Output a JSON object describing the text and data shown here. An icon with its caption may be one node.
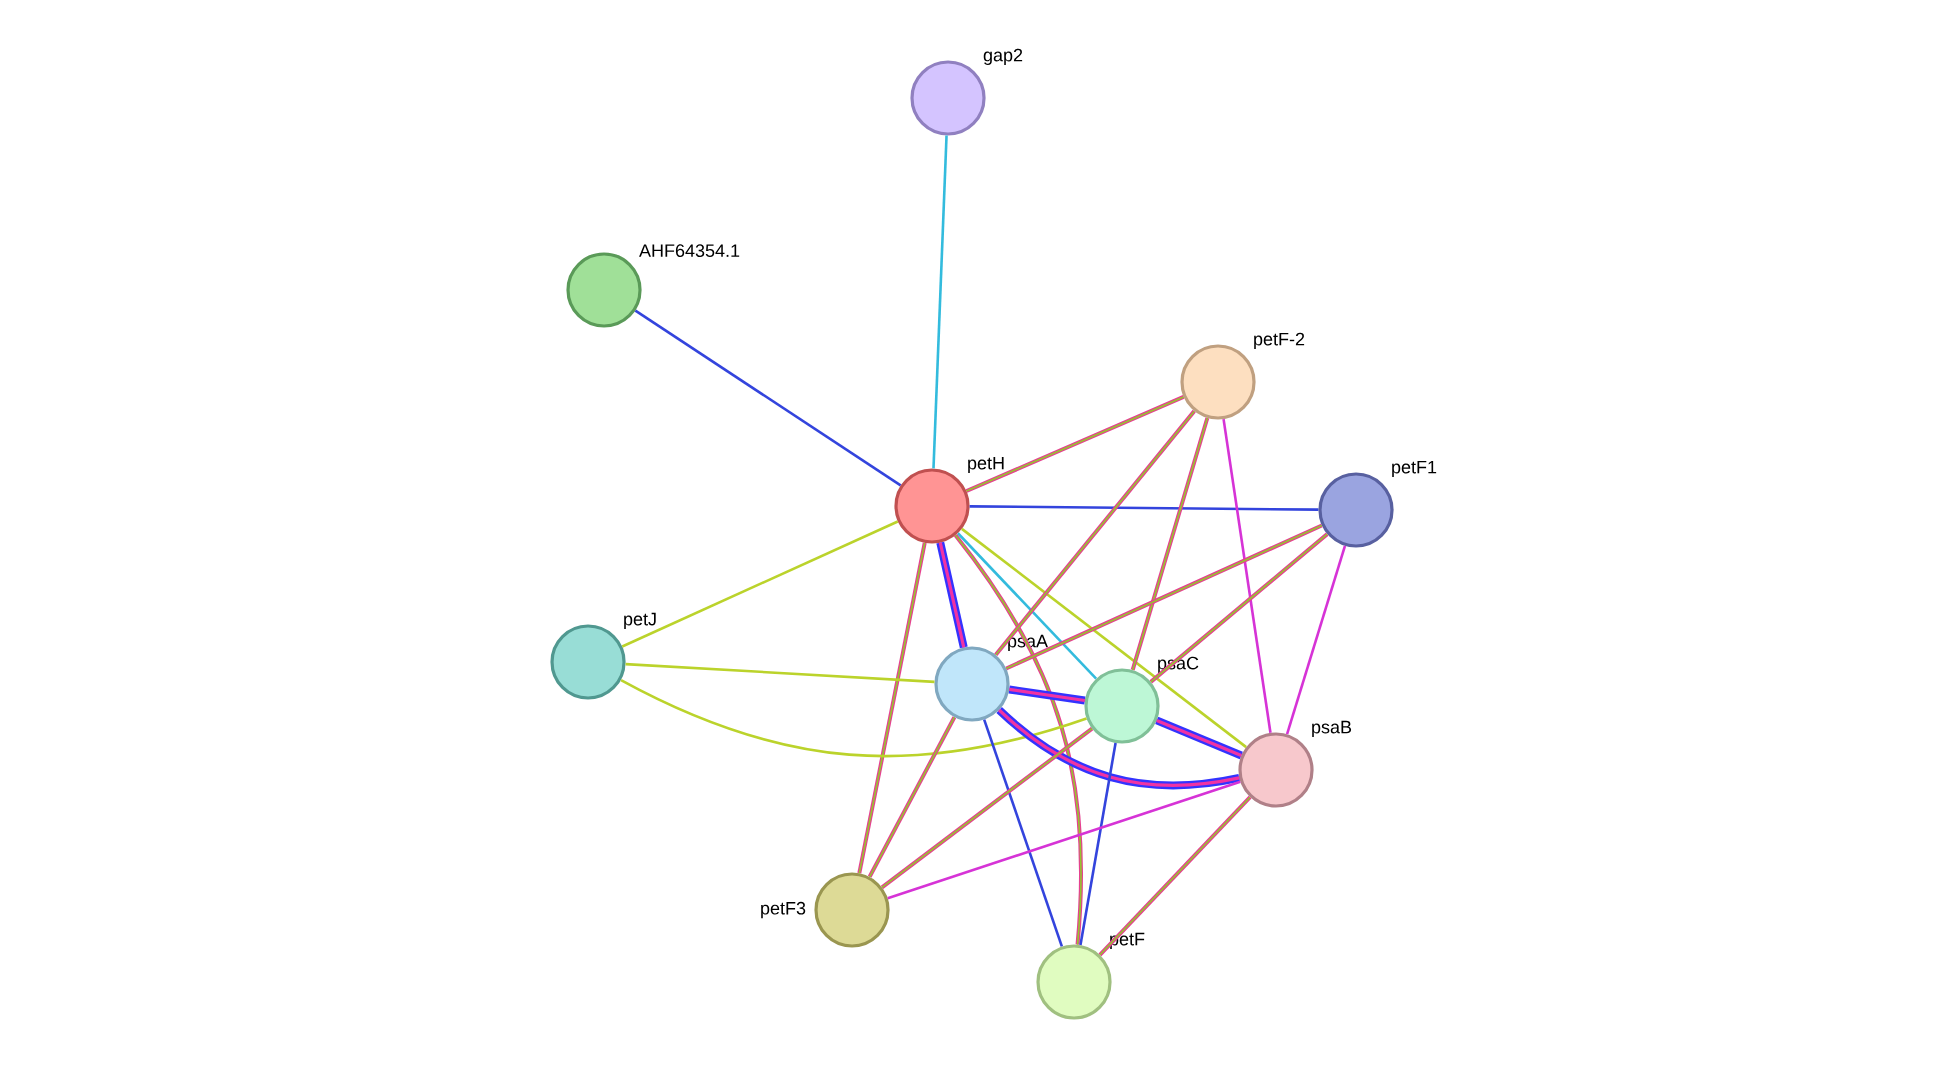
{
  "diagram": {
    "nodes": [
      {
        "text": [
          "gap2"
        ]
      },
      {
        "text": [
          "AHF64354.1"
        ]
      },
      {
        "text": [
          "petF-2"
        ]
      },
      {
        "text": [
          "petH"
        ]
      },
      {
        "text": [
          "petF1"
        ]
      },
      {
        "text": [
          "petJ"
        ]
      },
      {
        "text": [
          "psaA"
        ]
      },
      {
        "text": [
          "psaC"
        ]
      },
      {
        "text": [
          "psaB"
        ]
      },
      {
        "text": [
          "petF3"
        ]
      },
      {
        "text": [
          "petF"
        ]
      }
    ],
    "edges": [
      {
        "from": 0,
        "to": 3,
        "arrow": "none",
        "color": "#33bbdd"
      },
      {
        "from": 1,
        "to": 3,
        "arrow": "none",
        "color": "#3344dd"
      },
      {
        "from": 3,
        "to": 2,
        "arrow": "none"
      },
      {
        "from": 3,
        "to": 4,
        "arrow": "none",
        "color": "#3344dd"
      },
      {
        "from": 3,
        "to": 5,
        "arrow": "none",
        "color": "#bbd32b"
      },
      {
        "from": 3,
        "to": 6,
        "arrow": "none",
        "style": "thick",
        "color": "#3333ff"
      },
      {
        "from": 3,
        "to": 7,
        "arrow": "none",
        "color": "#33bbdd"
      },
      {
        "from": 3,
        "to": 8,
        "arrow": "none",
        "color": "#bbd32b"
      },
      {
        "from": 3,
        "to": 9,
        "arrow": "none"
      },
      {
        "from": 3,
        "to": 10,
        "arrow": "none"
      },
      {
        "from": 2,
        "to": 6,
        "arrow": "none"
      },
      {
        "from": 2,
        "to": 7,
        "arrow": "none"
      },
      {
        "from": 2,
        "to": 8,
        "arrow": "none",
        "color": "#d633d6"
      },
      {
        "from": 4,
        "to": 6,
        "arrow": "none"
      },
      {
        "from": 4,
        "to": 7,
        "arrow": "none"
      },
      {
        "from": 4,
        "to": 8,
        "arrow": "none",
        "color": "#d633d6"
      },
      {
        "from": 5,
        "to": 6,
        "arrow": "none",
        "color": "#bbd32b"
      },
      {
        "from": 5,
        "to": 7,
        "arrow": "none",
        "color": "#bbd32b"
      },
      {
        "from": 6,
        "to": 7,
        "arrow": "none",
        "style": "thick",
        "color": "#3333ff"
      },
      {
        "from": 6,
        "to": 8,
        "arrow": "none",
        "style": "thick",
        "color": "#3333ff"
      },
      {
        "from": 7,
        "to": 8,
        "arrow": "none",
        "style": "thick",
        "color": "#3333ff"
      },
      {
        "from": 6,
        "to": 9,
        "arrow": "none"
      },
      {
        "from": 6,
        "to": 10,
        "arrow": "none",
        "color": "#3344dd"
      },
      {
        "from": 7,
        "to": 9,
        "arrow": "none"
      },
      {
        "from": 7,
        "to": 10,
        "arrow": "none",
        "color": "#3344dd"
      },
      {
        "from": 8,
        "to": 9,
        "arrow": "none",
        "color": "#d633d6"
      },
      {
        "from": 8,
        "to": 10,
        "arrow": "none"
      }
    ]
  }
}
